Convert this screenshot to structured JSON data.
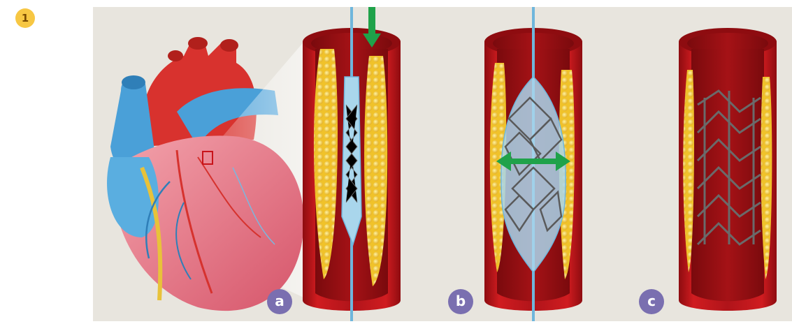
{
  "figure_number": "1",
  "steps": [
    {
      "label": "a",
      "title": ""
    },
    {
      "label": "b",
      "title": ""
    },
    {
      "label": "c",
      "title": ""
    }
  ],
  "colors": {
    "background": "#e8e5de",
    "artery_outer": "#c8141a",
    "artery_inner": "#8e0c10",
    "plaque": "#f3c82a",
    "balloon": "#a9d6ec",
    "stent": "#6a6a6a",
    "arrow": "#1fa24a",
    "badge": "#7a6fb0",
    "figure_badge": "#f7c743"
  },
  "icons": [
    "heart-illustration",
    "artery-cross-section",
    "catheter",
    "stent-mesh",
    "insertion-arrow-icon",
    "expansion-arrow-icon"
  ]
}
